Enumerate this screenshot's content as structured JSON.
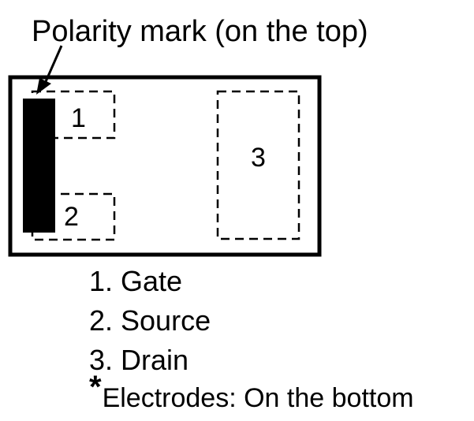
{
  "polarity_mark_label": "Polarity mark (on the top)",
  "electrodes": [
    {
      "number": "1",
      "name": "Gate"
    },
    {
      "number": "2",
      "name": "Source"
    },
    {
      "number": "3",
      "name": "Drain"
    }
  ],
  "legend": [
    "1. Gate",
    "2. Source",
    "3. Drain"
  ],
  "footnote": {
    "mark": "*",
    "text": "Electrodes: On the bottom"
  },
  "colors": {
    "outline": "#000000",
    "polarity_bar": "#000000",
    "background": "#ffffff"
  }
}
